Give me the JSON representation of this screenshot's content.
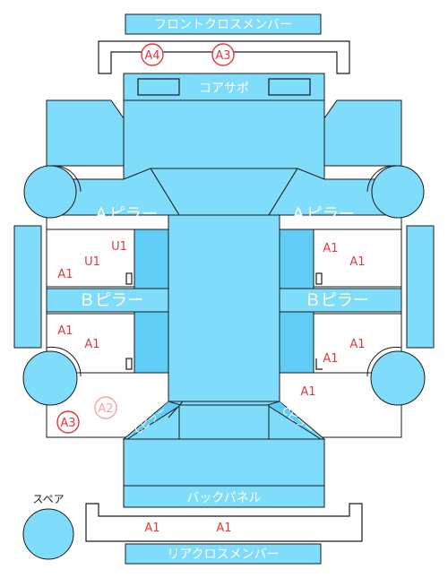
{
  "labels": {
    "front_cross_member": "フロントクロスメンバー",
    "radiator_support": "コアサポ",
    "a_pillar_left": "Ａピラー",
    "a_pillar_right": "Ａピラー",
    "b_pillar_left": "Ｂピラー",
    "b_pillar_right": "Ｂピラー",
    "back_panel": "バックパネル",
    "rear_cross_member": "リアクロスメンバー",
    "spare": "スペア",
    "c_pillar_left": "Cピラー",
    "c_pillar_right": "Cピラー"
  },
  "damage_codes": {
    "front_member_1": "A4",
    "front_member_2": "A3",
    "front_left_door_upper": "U1",
    "front_left_door_mid": "U1",
    "front_left_door_low": "A1",
    "rear_left_door_1": "A1",
    "rear_left_door_2": "A1",
    "rear_left_quarter_1": "A2",
    "rear_left_quarter_2": "A3",
    "front_right_door_1": "A1",
    "front_right_door_2": "A1",
    "rear_right_door_1": "A1",
    "rear_right_door_2": "A1",
    "rear_right_quarter": "A1",
    "rear_member_1": "A1",
    "rear_member_2": "A1"
  },
  "colors": {
    "part_fill": "#7fdcfb",
    "part_dark": "#5fcdf5",
    "outline": "#1a1a1a",
    "label_text": "#ffffff",
    "code_red": "#e0393c",
    "code_faded": "#f2a3a5"
  }
}
